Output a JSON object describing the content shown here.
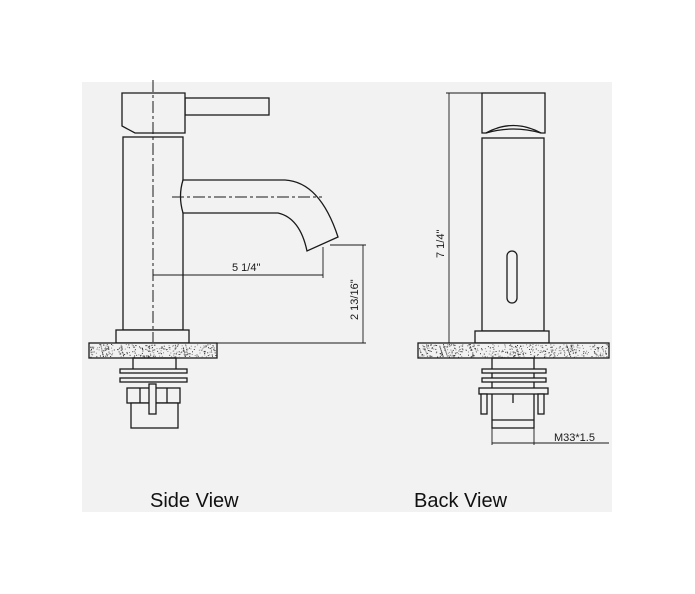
{
  "side_view": {
    "label": "Side View",
    "dim_reach": "5 1/4\"",
    "dim_spout_height": "2 13/16\""
  },
  "back_view": {
    "label": "Back View",
    "dim_total_height": "7 1/4\"",
    "dim_thread": "M33*1.5"
  }
}
